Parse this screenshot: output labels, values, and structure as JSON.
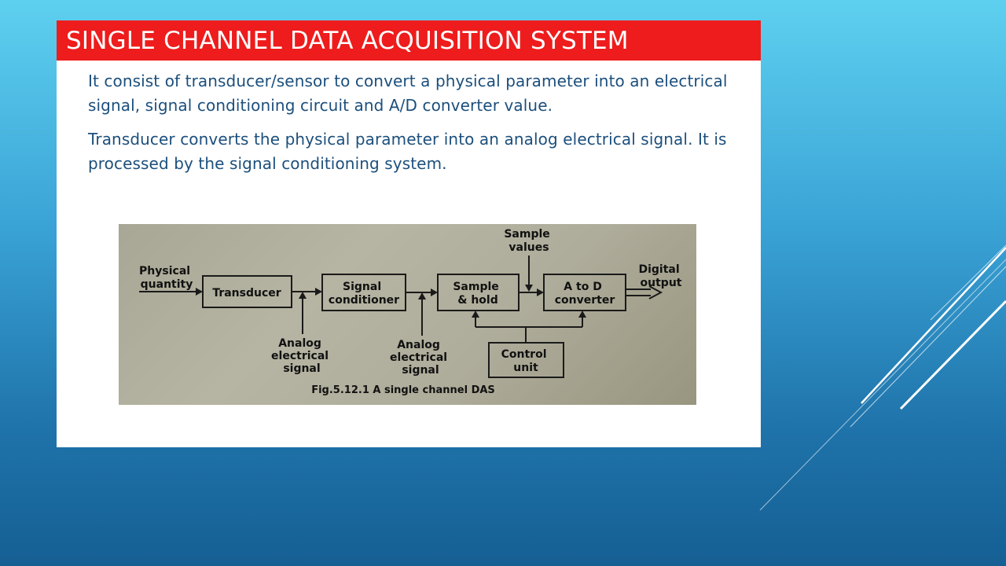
{
  "slide": {
    "title": "SINGLE CHANNEL DATA  ACQUISITION SYSTEM",
    "paragraphs": [
      "It consist of transducer/sensor to convert a physical parameter into an electrical signal, signal conditioning circuit and A/D converter value.",
      "Transducer converts the physical parameter into an analog electrical signal. It is processed by the signal conditioning system."
    ],
    "colors": {
      "title_bar": "#ee1c1c",
      "title_text": "#ffffff",
      "body_text": "#1c4f7c",
      "background_top": "#5ed0ef",
      "background_bottom": "#155f93"
    }
  },
  "figure": {
    "blocks": {
      "transducer": "Transducer",
      "signal_conditioner": [
        "Signal",
        "conditioner"
      ],
      "sample_hold": [
        "Sample",
        "& hold"
      ],
      "a_to_d": [
        "A to D",
        "converter"
      ],
      "control_unit": [
        "Control",
        "unit"
      ]
    },
    "labels": {
      "physical_quantity": [
        "Physical",
        "quantity"
      ],
      "sample_values": [
        "Sample",
        "values"
      ],
      "digital_output": [
        "Digital",
        "output"
      ],
      "analog_signal_1": [
        "Analog",
        "electrical",
        "signal"
      ],
      "analog_signal_2": [
        "Analog",
        "electrical",
        "signal"
      ]
    },
    "caption": "Fig.5.12.1 A single channel DAS"
  }
}
